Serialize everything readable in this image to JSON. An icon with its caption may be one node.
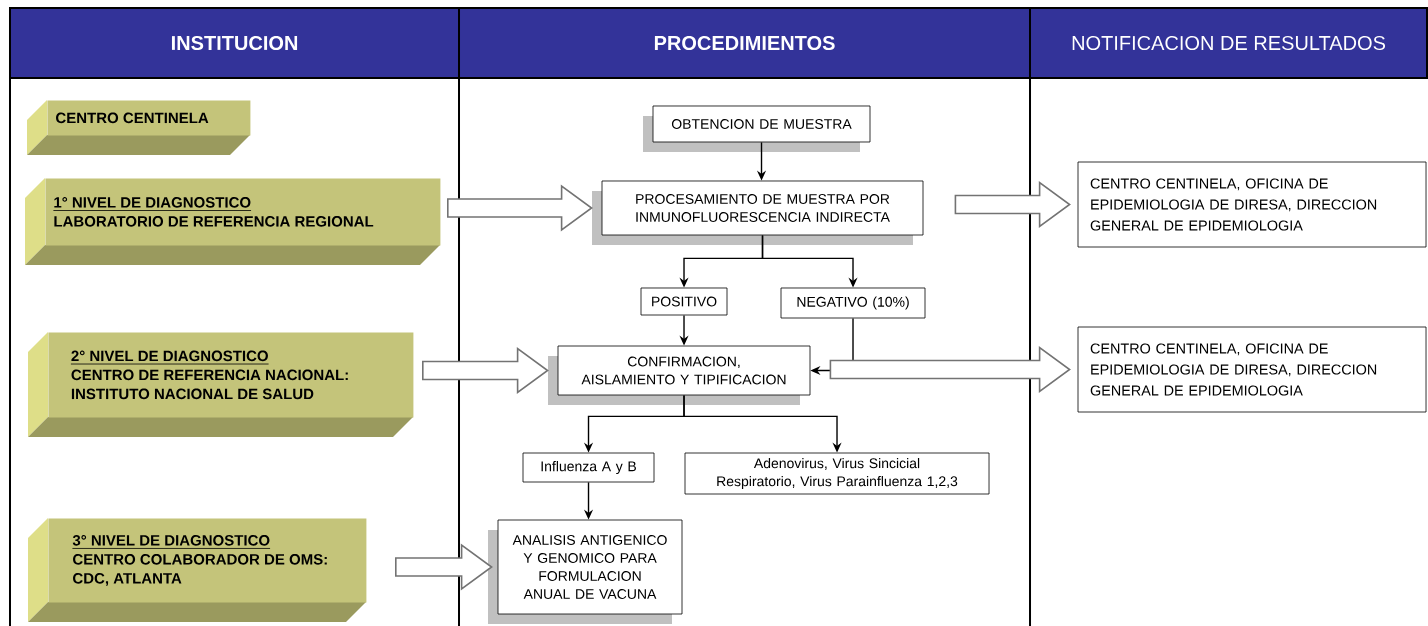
{
  "diagram": {
    "nodes": [
      {
        "text": [
          "INSTITUCION"
        ]
      },
      {
        "text": [
          "PROCEDIMIENTOS"
        ]
      },
      {
        "text": [
          "NOTIFICACION DE RESULTADOS"
        ]
      },
      {
        "text": [
          "CENTRO CENTINELA"
        ]
      },
      {
        "text": [
          "1° NIVEL DE DIAGNOSTICO",
          "LABORATORIO DE REFERENCIA REGIONAL"
        ]
      },
      {
        "text": [
          "2° NIVEL DE DIAGNOSTICO",
          "CENTRO DE REFERENCIA NACIONAL: INSTITUTO NACIONAL DE SALUD"
        ]
      },
      {
        "text": [
          "3° NIVEL DE DIAGNOSTICO",
          "CENTRO COLABORADOR DE OMS: CDC, ATLANTA"
        ]
      },
      {
        "text": [
          "OBTENCION DE MUESTRA"
        ]
      },
      {
        "text": [
          "PROCESAMIENTO DE MUESTRA POR INMUNOFLUORESCENCIA INDIRECTA"
        ]
      },
      {
        "text": [
          "POSITIVO"
        ]
      },
      {
        "text": [
          "NEGATIVO (10%)"
        ]
      },
      {
        "text": [
          "CONFIRMACION, AISLAMIENTO Y TIPIFICACION"
        ]
      },
      {
        "text": [
          "Influenza A y B"
        ]
      },
      {
        "text": [
          "Adenovirus, Virus Sincicial Respiratorio, Virus Parainfluenza 1,2,3"
        ]
      },
      {
        "text": [
          "ANALISIS ANTIGENICO Y GENOMICO PARA FORMULACION ANUAL DE VACUNA"
        ]
      },
      {
        "text": [
          "CENTRO CENTINELA, OFICINA DE EPIDEMIOLOGIA DE DIRESA, DIRECCION GENERAL DE EPIDEMIOLOGIA"
        ]
      },
      {
        "text": [
          "CENTRO CENTINELA, OFICINA DE EPIDEMIOLOGIA DE DIRESA, DIRECCION GENERAL DE EPIDEMIOLOGIA"
        ]
      }
    ],
    "edges": [
      {
        "from": 7,
        "to": 8,
        "arrow": "to"
      },
      {
        "from": 4,
        "to": 8,
        "arrow": "to",
        "style": "thick"
      },
      {
        "from": 8,
        "to": 9,
        "arrow": "to"
      },
      {
        "from": 8,
        "to": 10,
        "arrow": "to"
      },
      {
        "from": 9,
        "to": 11,
        "arrow": "to"
      },
      {
        "from": 10,
        "to": 11,
        "arrow": "to"
      },
      {
        "from": 5,
        "to": 11,
        "arrow": "to",
        "style": "thick"
      },
      {
        "from": 11,
        "to": 12,
        "arrow": "to"
      },
      {
        "from": 11,
        "to": 13,
        "arrow": "to"
      },
      {
        "from": 12,
        "to": 14,
        "arrow": "to"
      },
      {
        "from": 6,
        "to": 14,
        "arrow": "to",
        "style": "thick"
      },
      {
        "from": 8,
        "to": 15,
        "arrow": "to",
        "style": "thick"
      },
      {
        "from": 11,
        "to": 16,
        "arrow": "to",
        "style": "thick"
      }
    ]
  }
}
